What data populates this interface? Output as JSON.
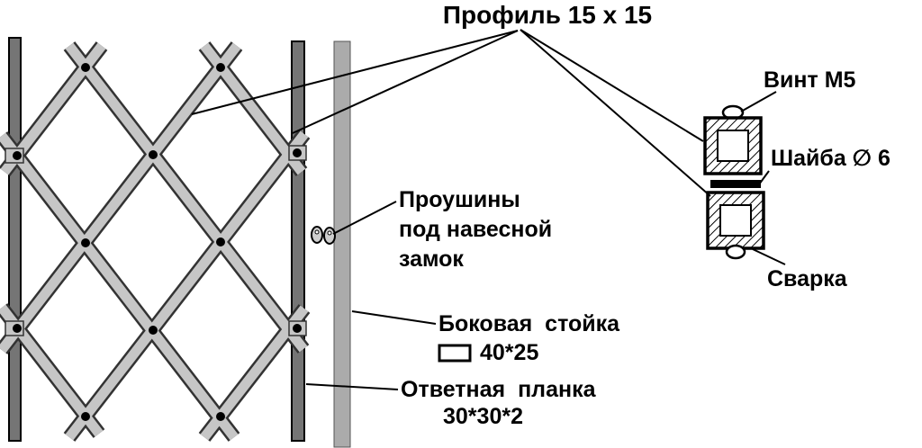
{
  "diagram": {
    "title": "Профиль 15 х 15",
    "callouts": {
      "eyelets": {
        "line1": "Проушины",
        "line2": "под навесной",
        "line3": "замок"
      },
      "side_post": {
        "label": "Боковая стойка",
        "size": "40*25"
      },
      "strike_plate": {
        "label": "Ответная планка",
        "size": "30*30*2"
      },
      "screw": "Винт М5",
      "washer": "Шайба ∅ 6",
      "weld": "Сварка"
    },
    "colors": {
      "background": "#ffffff",
      "bar_fill": "#c6c6c6",
      "bar_outline": "#333333",
      "post_dark": "#757575",
      "post_light": "#ababab",
      "line": "#000000"
    }
  }
}
